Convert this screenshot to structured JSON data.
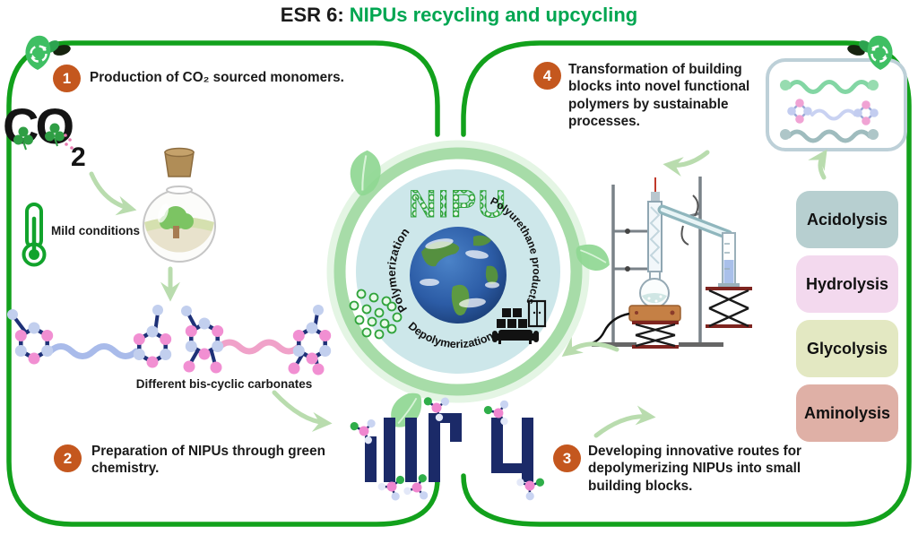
{
  "title": {
    "prefix": "ESR 6:",
    "highlight": "NIPUs recycling and upcycling"
  },
  "steps": [
    {
      "number": "1",
      "text": "Production of CO₂ sourced monomers."
    },
    {
      "number": "2",
      "text": "Preparation of NIPUs through green chemistry."
    },
    {
      "number": "3",
      "text": "Developing innovative routes for depolymerizing NIPUs into small building blocks."
    },
    {
      "number": "4",
      "text": "Transformation of building blocks into novel functional polymers by sustainable processes."
    }
  ],
  "co2_art": {
    "letters": "CO",
    "subscript": "2"
  },
  "annotations": {
    "mild_conditions": "Mild conditions",
    "carbonates_caption": "Different bis-cyclic carbonates"
  },
  "center": {
    "title": "NIPU",
    "cycle_labels": {
      "left": "Polymerization",
      "right": "Polyurethane products",
      "bottom": "Depolymerization"
    }
  },
  "nipu_block_word": "NIPU",
  "depolymerization_routes": [
    {
      "label": "Acidolysis",
      "color": "#b7cfd0"
    },
    {
      "label": "Hydrolysis",
      "color": "#f3d9ee"
    },
    {
      "label": "Glycolysis",
      "color": "#e3e8c2"
    },
    {
      "label": "Aminolysis",
      "color": "#dfb0a6"
    }
  ],
  "icons": {
    "corner_decoration": "recycling-leaf",
    "step1_condition": "thermometer",
    "center_products": [
      "stacked-boxes",
      "wardrobe",
      "sofa"
    ]
  },
  "colors": {
    "border_green": "#12a11c",
    "title_green": "#00a651",
    "step_badge_orange": "#c4571e",
    "center_ring_green": "#a7dca8",
    "center_disc_blue": "#cde7ea",
    "arrow_light_green": "#b9dcae",
    "polymer_navy": "#1b2a68",
    "ball_pink": "#f18fd2",
    "ball_blue": "#c2cfee",
    "ball_green": "#2fae49"
  }
}
